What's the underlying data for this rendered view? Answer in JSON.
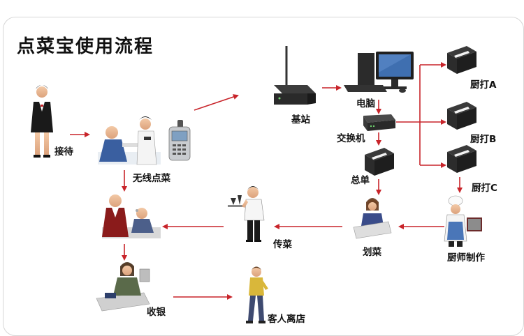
{
  "title": "点菜宝使用流程",
  "nodes": {
    "reception": "接待",
    "wireless_order": "无线点菜",
    "base_station": "基站",
    "computer": "电脑",
    "switch": "交换机",
    "main_printer": "总单",
    "kitchen_a": "厨打A",
    "kitchen_b": "厨打B",
    "kitchen_c": "厨打C",
    "chef": "厨师制作",
    "dish_marking": "划菜",
    "serving": "传菜",
    "checkout": "收银",
    "guest_leaves": "客人离店"
  },
  "colors": {
    "arrow": "#c8242a",
    "text": "#111111"
  }
}
